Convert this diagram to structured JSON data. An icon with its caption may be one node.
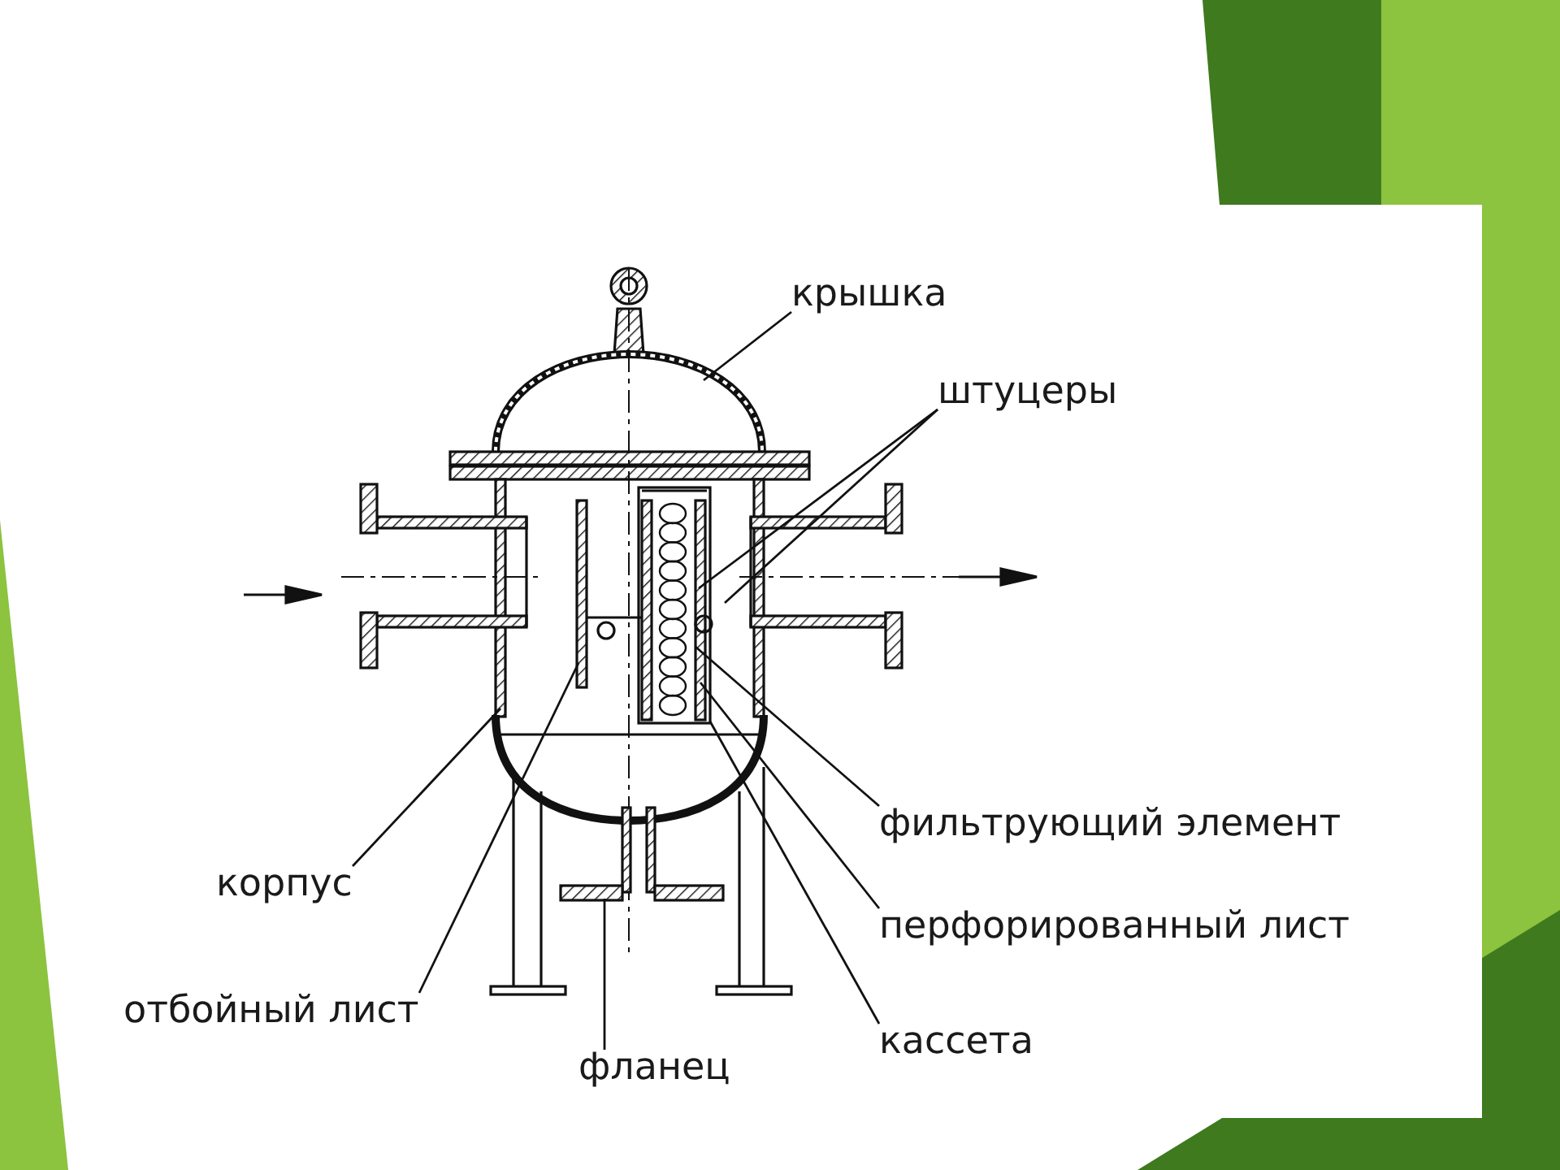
{
  "diagram": {
    "nodes": [
      {
        "text": [
          "крышка"
        ]
      },
      {
        "text": [
          "штуцеры"
        ]
      },
      {
        "text": [
          "фильтрующий элемент"
        ]
      },
      {
        "text": [
          "корпус"
        ]
      },
      {
        "text": [
          "перфорированный лист"
        ]
      },
      {
        "text": [
          "отбойный лист"
        ]
      },
      {
        "text": [
          "кассета"
        ]
      },
      {
        "text": [
          "фланец"
        ]
      }
    ],
    "edges": [
      {
        "from": 0,
        "to": null,
        "arrow": "none"
      },
      {
        "from": 1,
        "to": null,
        "arrow": "none"
      },
      {
        "from": 1,
        "to": null,
        "arrow": "none"
      },
      {
        "from": 2,
        "to": null,
        "arrow": "none"
      },
      {
        "from": 3,
        "to": null,
        "arrow": "none"
      },
      {
        "from": 4,
        "to": null,
        "arrow": "none"
      },
      {
        "from": 5,
        "to": null,
        "arrow": "none"
      },
      {
        "from": 6,
        "to": null,
        "arrow": "none"
      },
      {
        "from": 7,
        "to": null,
        "arrow": "none"
      }
    ]
  }
}
